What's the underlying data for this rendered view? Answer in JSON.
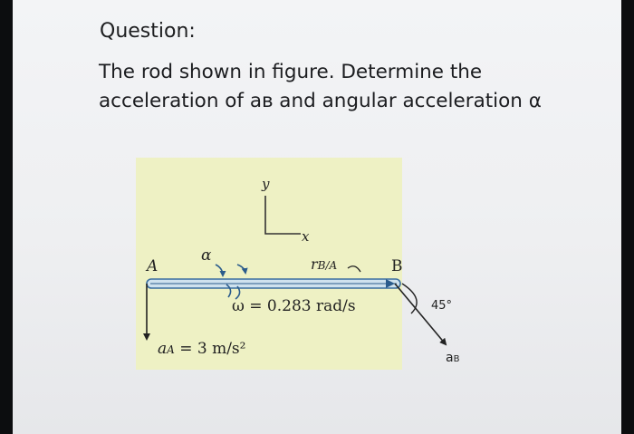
{
  "question": {
    "heading": "Question:",
    "line1": "The rod shown in figure. Determine the",
    "line2": "acceleration of aʙ and angular acceleration α"
  },
  "figure": {
    "axis_y": "y",
    "axis_x": "x",
    "point_a": "A",
    "point_b": "B",
    "alpha": "α",
    "r_ba": "r",
    "r_ba_sub": "B/A",
    "omega": "ω = 0.283 rad/s",
    "angle": "45°",
    "a_b": "a",
    "a_b_sub": "B",
    "a_a": "a",
    "a_a_sub": "A",
    "a_a_value": "= 3 m/s²"
  },
  "colors": {
    "figure_background": "#eef1c4",
    "rod_fill": "#cfe2ee",
    "rod_outline": "#3a6ea0"
  }
}
